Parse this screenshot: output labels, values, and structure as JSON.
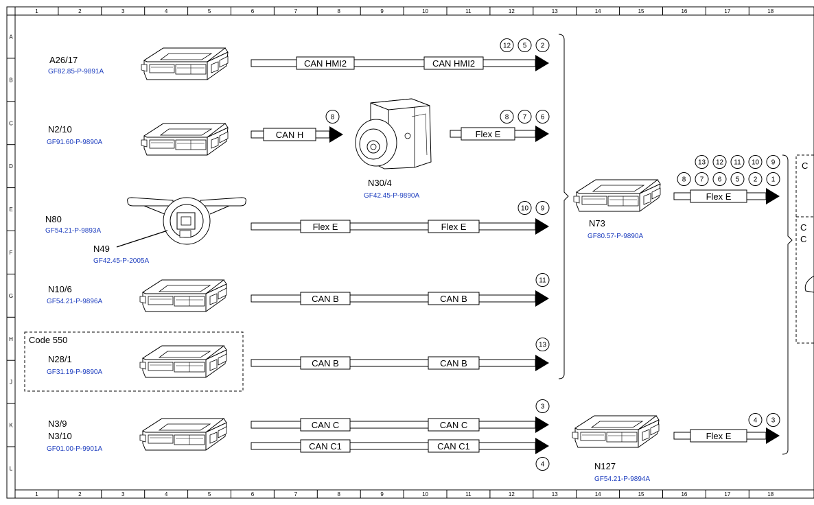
{
  "grid": {
    "columns": [
      "1",
      "2",
      "3",
      "4",
      "5",
      "6",
      "7",
      "8",
      "9",
      "10",
      "11",
      "12",
      "13",
      "14",
      "15",
      "16",
      "17",
      "18"
    ],
    "rows": [
      "A",
      "B",
      "C",
      "D",
      "E",
      "F",
      "G",
      "H",
      "J",
      "K",
      "L"
    ]
  },
  "components": {
    "a26_17": {
      "label": "A26/17",
      "ref": "GF82.85-P-9891A"
    },
    "n2_10": {
      "label": "N2/10",
      "ref": "GF91.60-P-9890A"
    },
    "n30_4": {
      "label": "N30/4",
      "ref": "GF42.45-P-9890A"
    },
    "n80": {
      "label": "N80",
      "ref": "GF54.21-P-9893A"
    },
    "n49": {
      "label": "N49",
      "ref": "GF42.45-P-2005A"
    },
    "n10_6": {
      "label": "N10/6",
      "ref": "GF54.21-P-9896A"
    },
    "n28_1": {
      "label": "N28/1",
      "ref": "GF31.19-P-9890A",
      "code": "Code 550"
    },
    "n3_9": {
      "label": "N3/9",
      "label2": "N3/10",
      "ref": "GF01.00-P-9901A"
    },
    "n73": {
      "label": "N73",
      "ref": "GF80.57-P-9890A"
    },
    "n127": {
      "label": "N127",
      "ref": "GF54.21-P-9894A"
    }
  },
  "buses": {
    "can_hmi2": "CAN HMI2",
    "can_h": "CAN H",
    "flex_e": "Flex E",
    "can_b": "CAN B",
    "can_c": "CAN C",
    "can_c1": "CAN C1"
  },
  "connectors": {
    "row_a": [
      "12",
      "5",
      "2"
    ],
    "row_c_left": [
      "8"
    ],
    "row_c_right": [
      "8",
      "7",
      "6"
    ],
    "n73_top": [
      "13",
      "12",
      "11",
      "10",
      "9"
    ],
    "n73_bottom": [
      "8",
      "7",
      "6",
      "5",
      "2",
      "1"
    ],
    "row_e": [
      "10",
      "9"
    ],
    "row_g": [
      "11"
    ],
    "row_j": [
      "13"
    ],
    "row_k_top": [
      "3"
    ],
    "row_k_bottom": [
      "4"
    ],
    "n127": [
      "4",
      "3"
    ]
  },
  "edge_fragments": {
    "c1": "C",
    "c2": "C",
    "c3": "C"
  }
}
